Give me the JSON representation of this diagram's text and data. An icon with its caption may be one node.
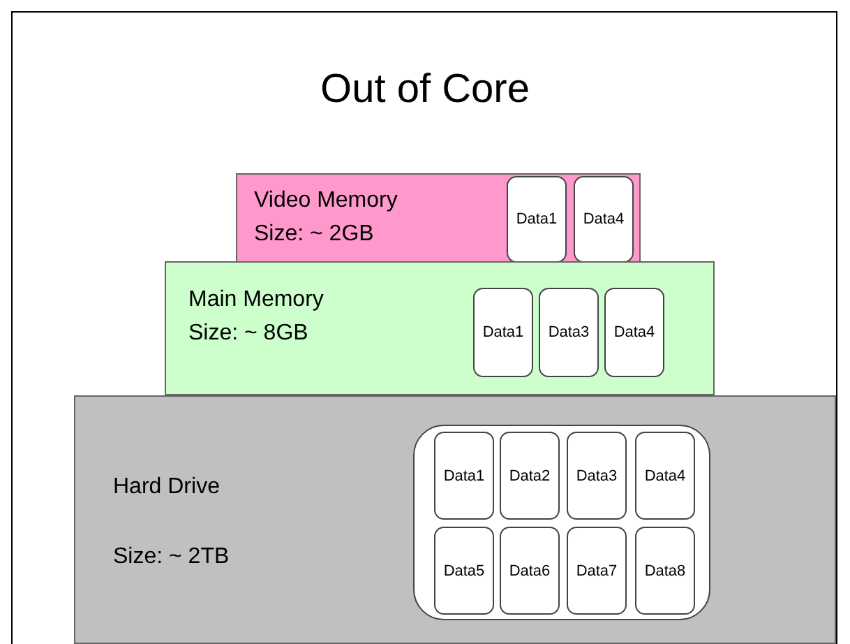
{
  "diagram": {
    "title": "Out of Core",
    "nodes": [
      {
        "text": [
          "Video Memory",
          "Size: ~ 2GB"
        ]
      },
      {
        "text": [
          "Data1"
        ],
        "in": 0
      },
      {
        "text": [
          "Data4"
        ],
        "in": 0
      },
      {
        "text": [
          "Main Memory",
          "Size: ~ 8GB"
        ]
      },
      {
        "text": [
          "Data1"
        ],
        "in": 3
      },
      {
        "text": [
          "Data3"
        ],
        "in": 3
      },
      {
        "text": [
          "Data4"
        ],
        "in": 3
      },
      {
        "text": [
          "Hard Drive",
          "Size: ~ 2TB"
        ]
      },
      {
        "text": [],
        "shape": "box",
        "in": 7
      },
      {
        "text": [
          "Data1"
        ],
        "in": 8
      },
      {
        "text": [
          "Data2"
        ],
        "in": 8
      },
      {
        "text": [
          "Data3"
        ],
        "in": 8
      },
      {
        "text": [
          "Data4"
        ],
        "in": 8
      },
      {
        "text": [
          "Data5"
        ],
        "in": 8
      },
      {
        "text": [
          "Data6"
        ],
        "in": 8
      },
      {
        "text": [
          "Data7"
        ],
        "in": 8
      },
      {
        "text": [
          "Data8"
        ],
        "in": 8
      }
    ],
    "edges": []
  }
}
